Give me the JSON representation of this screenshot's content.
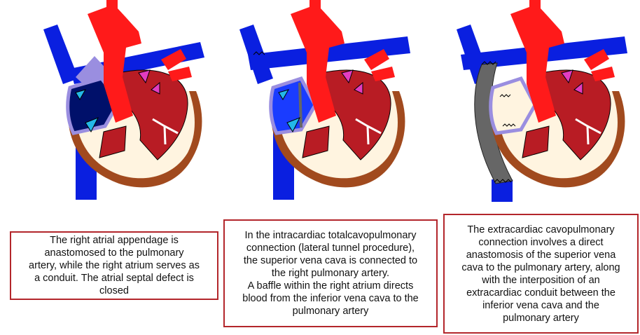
{
  "colors": {
    "caption_border": "#b3262b",
    "aorta": "#ff1a1a",
    "vena_cava": "#0a1fe0",
    "myocardium": "#b81c24",
    "pericardium": "#a14a1e",
    "chamber": "#fff4e0",
    "atrium_outline": "#9a8ee0",
    "conduit": "#666666"
  },
  "panels": [
    {
      "caption": "The right atrial appendage is\nanastomosed to the pulmonary\nartery, while the right atrium serves as\na conduit. The atrial septal defect is\nclosed"
    },
    {
      "caption": "In the intracardiac totalcavopulmonary\nconnection (lateral tunnel procedure),\nthe superior vena cava is connected to\nthe right pulmonary artery.\nA baffle within the right atrium directs\nblood from the inferior vena cava to the\npulmonary artery"
    },
    {
      "caption": "The extracardiac cavopulmonary\nconnection involves a direct\nanastomosis of the superior vena\ncava to the pulmonary artery, along\nwith the interposition of an\nextracardiac conduit between the\ninferior vena cava and the\npulmonary artery"
    }
  ]
}
